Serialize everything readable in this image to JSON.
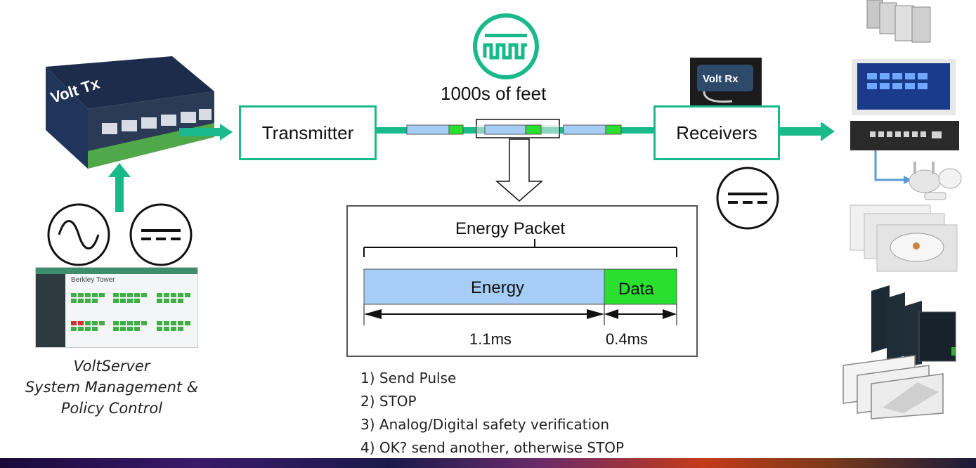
{
  "labels": {
    "distance": "1000s of feet",
    "transmitter": "Transmitter",
    "receivers": "Receivers",
    "energy_packet": "Energy Packet",
    "energy": "Energy",
    "data": "Data",
    "energy_time": "1.1ms",
    "data_time": "0.4ms"
  },
  "caption": {
    "line1": "VoltServer",
    "line2": "System Management &",
    "line3": "Policy Control"
  },
  "device_labels": {
    "tx_device": "Volt Tx",
    "rx_device": "Volt Rx"
  },
  "dashboard": {
    "title": "Berkley Tower"
  },
  "steps": [
    "1) Send Pulse",
    "2) STOP",
    "3) Analog/Digital safety verification",
    "4) OK? send another, otherwise STOP"
  ],
  "colors": {
    "accent": "#1ab98c",
    "energy_fill": "#a6cdf5",
    "data_fill": "#29e02f",
    "arrow": "#1ab98c"
  }
}
